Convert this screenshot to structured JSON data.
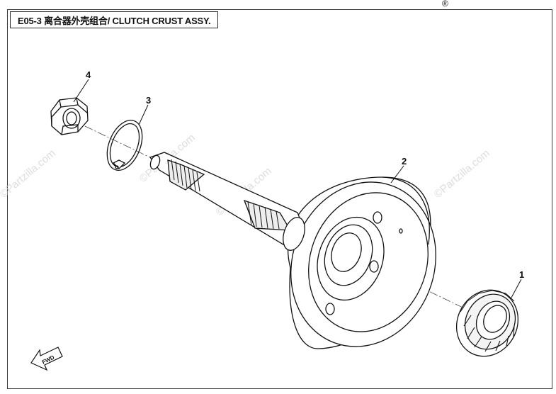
{
  "diagram": {
    "title": "E05-3 离合器外壳组合/ CLUTCH CRUST ASSY.",
    "callouts": [
      "1",
      "2",
      "3",
      "4"
    ],
    "watermark": "©Partzilla.com",
    "fwd_label": "FWD",
    "registered_mark": "®"
  }
}
